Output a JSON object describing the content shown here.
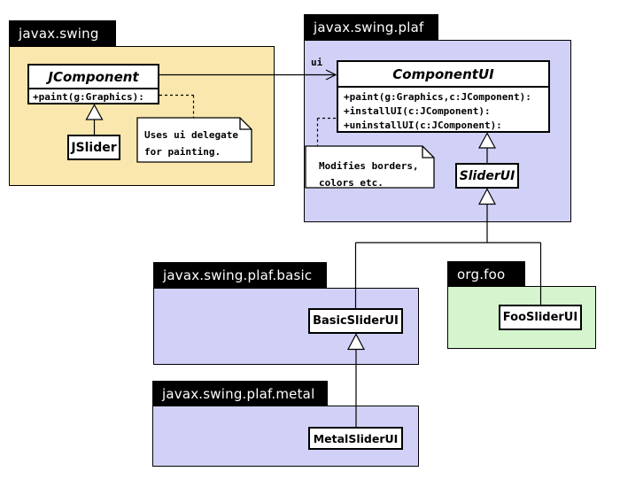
{
  "diagram": {
    "type": "uml-package-class-diagram",
    "colors": {
      "package_swing_fill": "#FAE7AD",
      "package_plaf_fill": "#D1D1F8",
      "package_basic_fill": "#D1D1F8",
      "package_metal_fill": "#D1D1F8",
      "package_orgfoo_fill": "#D5F5CF",
      "package_tab_bg": "#000000",
      "package_tab_text": "#FFFFFF",
      "class_fill": "#FFFFFF",
      "line_color": "#000000"
    }
  },
  "packages": {
    "swing": {
      "name": "javax.swing"
    },
    "plaf": {
      "name": "javax.swing.plaf"
    },
    "basic": {
      "name": "javax.swing.plaf.basic"
    },
    "orgfoo": {
      "name": "org.foo"
    },
    "metal": {
      "name": "javax.swing.plaf.metal"
    }
  },
  "classes": {
    "jcomponent": {
      "name": "JComponent",
      "abstract": true,
      "methods": [
        "+paint(g:Graphics):"
      ]
    },
    "jslider": {
      "name": "JSlider",
      "abstract": false
    },
    "componentui": {
      "name": "ComponentUI",
      "abstract": true,
      "methods": [
        "+paint(g:Graphics,c:JComponent):",
        "+installUI(c:JComponent):",
        "+uninstallUI(c:JComponent):"
      ]
    },
    "sliderui": {
      "name": "SliderUI",
      "abstract": true
    },
    "basicsliderui": {
      "name": "BasicSliderUI",
      "abstract": false
    },
    "foosliderui": {
      "name": "FooSliderUI",
      "abstract": false
    },
    "metalsliderui": {
      "name": "MetalSliderUI",
      "abstract": false
    }
  },
  "notes": {
    "uses_ui": {
      "lines": [
        "Uses ui delegate",
        "for painting."
      ]
    },
    "modifies": {
      "lines": [
        "Modifies borders,",
        "colors etc."
      ]
    }
  },
  "associations": {
    "ui_role_label": "ui"
  },
  "relationships": [
    {
      "kind": "generalization",
      "from": "JSlider",
      "to": "JComponent"
    },
    {
      "kind": "generalization",
      "from": "SliderUI",
      "to": "ComponentUI"
    },
    {
      "kind": "generalization",
      "from": "BasicSliderUI",
      "to": "SliderUI"
    },
    {
      "kind": "generalization",
      "from": "FooSliderUI",
      "to": "SliderUI"
    },
    {
      "kind": "generalization",
      "from": "MetalSliderUI",
      "to": "BasicSliderUI"
    },
    {
      "kind": "association",
      "from": "JComponent",
      "to": "ComponentUI",
      "label": "ui"
    },
    {
      "kind": "note-anchor",
      "from": "Uses ui delegate for painting.",
      "to": "JComponent"
    },
    {
      "kind": "note-anchor",
      "from": "Modifies borders, colors etc.",
      "to": "ComponentUI"
    }
  ]
}
